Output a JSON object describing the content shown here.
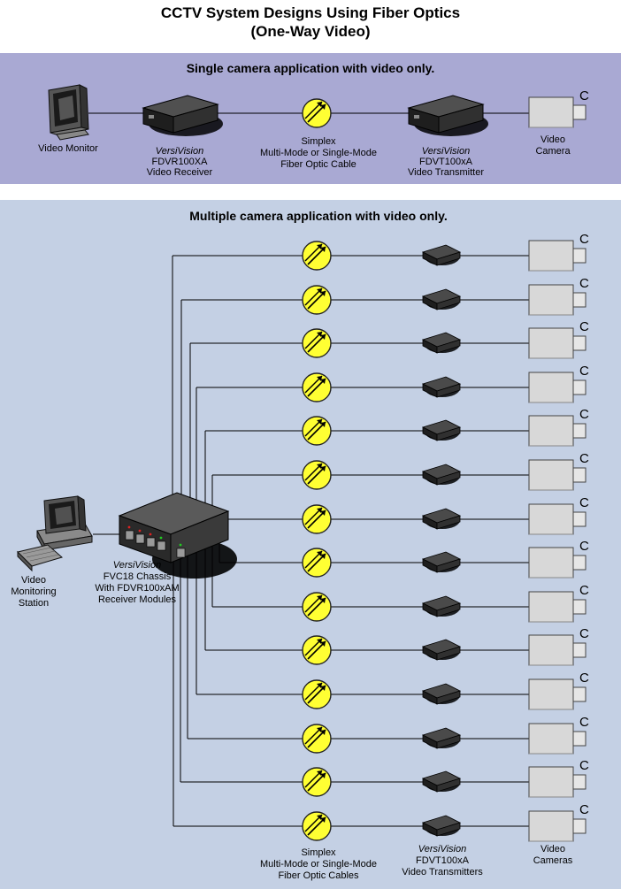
{
  "title": {
    "line1": "CCTV System Designs Using Fiber Optics",
    "line2": "(One-Way Video)"
  },
  "single": {
    "heading": "Single camera application with video only.",
    "monitor_label": "Video Monitor",
    "receiver_brand": "VersiVision",
    "receiver_model": "FDVR100XA",
    "receiver_desc": "Video Receiver",
    "cable_line1": "Simplex",
    "cable_line2": "Multi-Mode or Single-Mode",
    "cable_line3": "Fiber Optic Cable",
    "transmitter_brand": "VersiVision",
    "transmitter_model": "FDVT100xA",
    "transmitter_desc": "Video Transmitter",
    "camera_line1": "Video",
    "camera_line2": "Camera",
    "camera_letter": "C"
  },
  "multiple": {
    "heading": "Multiple camera application with video only.",
    "station_line1": "Video",
    "station_line2": "Monitoring",
    "station_line3": "Station",
    "chassis_brand": "VersiVision",
    "chassis_line1": "FVC18 Chassis",
    "chassis_line2": "With FDVR100xAM",
    "chassis_line3": "Receiver Modules",
    "cable_line1": "Simplex",
    "cable_line2": "Multi-Mode or Single-Mode",
    "cable_line3": "Fiber Optic Cables",
    "transmitter_brand": "VersiVision",
    "transmitter_model": "FDVT100xA",
    "transmitter_desc": "Video Transmitters",
    "camera_line1": "Video",
    "camera_line2": "Cameras",
    "camera_letter": "C",
    "channel_count": 14
  },
  "colors": {
    "top_panel": "#a9a9d3",
    "bottom_panel": "#c4d0e4",
    "fiber_fill": "#ffff33",
    "device_dark": "#2b2b2b",
    "camera_fill": "#d8d8d8"
  }
}
